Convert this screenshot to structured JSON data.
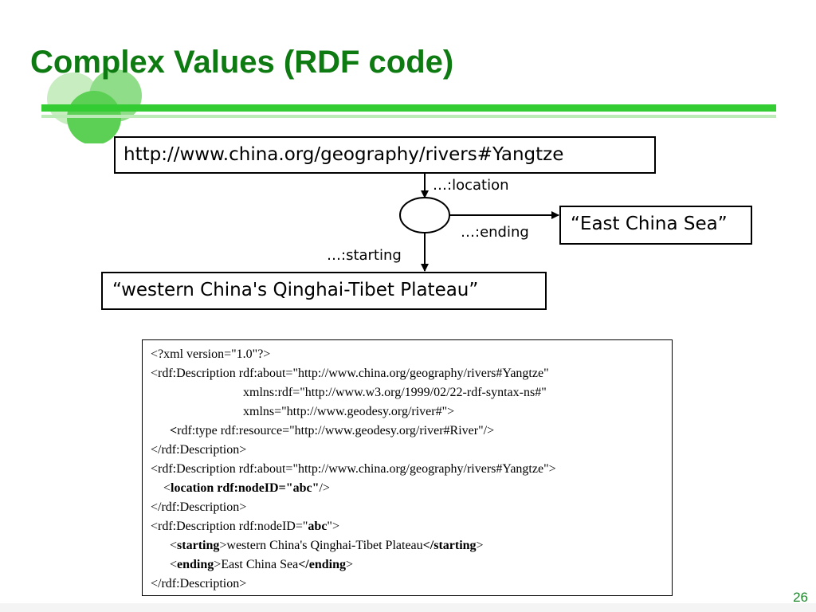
{
  "slide": {
    "title": "Complex Values (RDF code)",
    "page_number": "26",
    "accent_color": "#0e7a12",
    "bar_color": "#33cc33"
  },
  "diagram": {
    "uri_node": "http://www.china.org/geography/rivers#Yangtze",
    "blank_node": "",
    "ending_value": "“East China Sea”",
    "starting_value": "“western China's Qinghai-Tibet Plateau”",
    "edges": {
      "location": "…:location",
      "ending": "…:ending",
      "starting": "…:starting"
    }
  },
  "code": {
    "l1": "<?xml version=\"1.0\"?>",
    "l2": "<rdf:Description rdf:about=\"http://www.china.org/geography/rivers#Yangtze\"",
    "l3": "                             xmlns:rdf=\"http://www.w3.org/1999/02/22-rdf-syntax-ns#\"",
    "l4": "                             xmlns=\"http://www.geodesy.org/river#\">",
    "l5_open": "      <",
    "l5_rest": "rdf:type rdf:resource=\"http://www.geodesy.org/river#River\"/>",
    "l6": "</rdf:Description>",
    "l7": "<rdf:Description rdf:about=\"http://www.china.org/geography/rivers#Yangtze\">",
    "l8_open": "    <",
    "l8_bold": "location rdf:nodeID=\"abc\"",
    "l8_close": "/>",
    "l9": "</rdf:Description>",
    "l10_pre": "<rdf:Description rdf:nodeID=\"",
    "l10_bold": "abc",
    "l10_post": "\">",
    "l11_open": "      <",
    "l11_tag": "starting",
    "l11_gt": ">",
    "l11_text": "western China's Qinghai-Tibet Plateau",
    "l11_close_open": "</",
    "l11_close_tag": "starting",
    "l11_close_gt": ">",
    "l12_open": "      <",
    "l12_tag": "ending",
    "l12_gt": ">",
    "l12_text": "East China Sea",
    "l12_close_open": "</",
    "l12_close_tag": "ending",
    "l12_close_gt": ">",
    "l13": "</rdf:Description>"
  }
}
